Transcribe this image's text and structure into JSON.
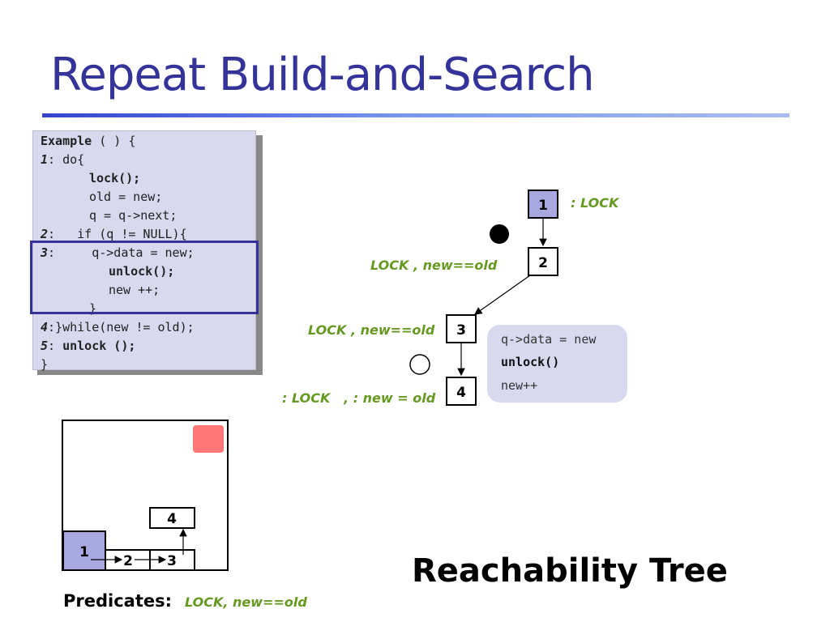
{
  "slide": {
    "title": "Repeat Build-and-Search",
    "subtitle": "Reachability Tree",
    "predicates_label": "Predicates:",
    "predicates_value": "LOCK, new==old"
  },
  "code": {
    "lines": [
      {
        "num": "",
        "text": "Example ( ) {"
      },
      {
        "num": "1",
        "text": ": do{"
      },
      {
        "num": "",
        "text": "lock();"
      },
      {
        "num": "",
        "text": "old = new;"
      },
      {
        "num": "",
        "text": "q = q->next;"
      },
      {
        "num": "2",
        "text": ":   if (q != NULL){"
      },
      {
        "num": "3",
        "text": ":     q->data = new;"
      },
      {
        "num": "",
        "text": "unlock();"
      },
      {
        "num": "",
        "text": "new ++;"
      },
      {
        "num": "",
        "text": "}"
      },
      {
        "num": "4",
        "text": ":}while(new != old);"
      },
      {
        "num": "5",
        "text": ": unlock ();"
      },
      {
        "num": "",
        "text": "}"
      }
    ]
  },
  "tree": {
    "nodes": [
      {
        "id": "1",
        "label": "1",
        "annotation": ": LOCK"
      },
      {
        "id": "2",
        "label": "2",
        "annotation": "LOCK , new==old"
      },
      {
        "id": "3",
        "label": "3",
        "annotation": "LOCK , new==old"
      },
      {
        "id": "4",
        "label": "4",
        "annotation": ": LOCK   , : new = old"
      }
    ],
    "markers": [
      "filled-circle",
      "empty-circle"
    ]
  },
  "bubble": {
    "lines": [
      "q->data = new",
      "unlock()",
      "new++"
    ]
  },
  "mini_cfg": {
    "nodes": [
      "1",
      "2",
      "3",
      "4"
    ]
  },
  "colors": {
    "title": "#333399",
    "predicate": "#669922",
    "code_bg": "#d8d8ee",
    "node1_fill": "#a8a8e0",
    "error_box": "#ff7777"
  }
}
